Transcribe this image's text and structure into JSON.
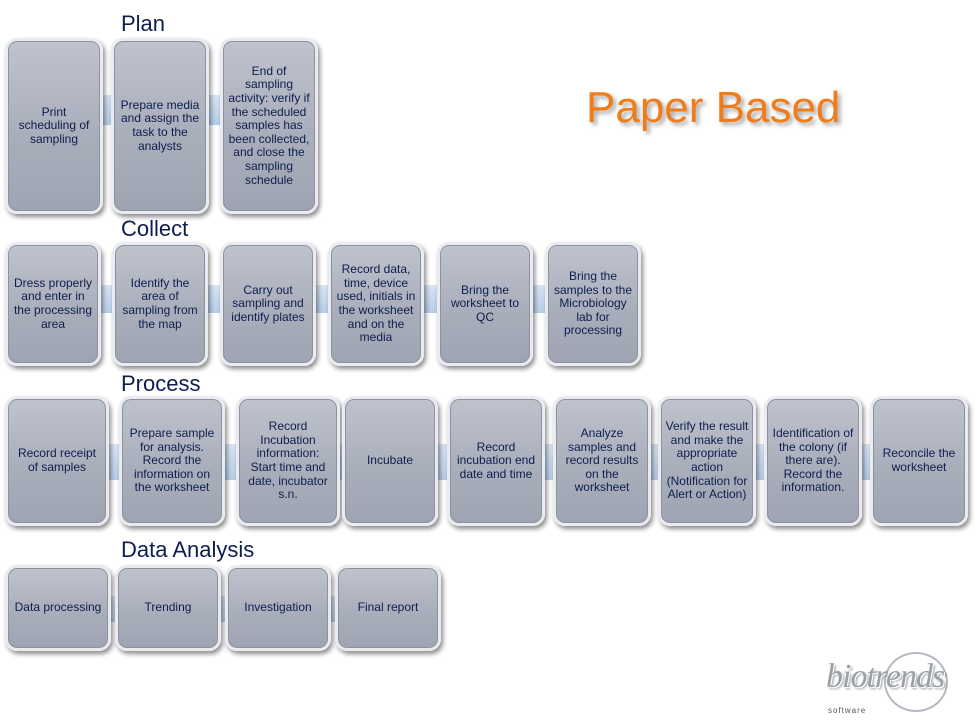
{
  "title": "Paper Based",
  "sections": [
    {
      "heading": "Plan",
      "steps": [
        "Print scheduling of sampling",
        "Prepare media and assign the task to the analysts",
        "End of sampling activity: verify if the scheduled samples has been collected, and close the sampling schedule"
      ]
    },
    {
      "heading": "Collect",
      "steps": [
        "Dress properly and enter in the processing area",
        "Identify the area of sampling from the map",
        "Carry out sampling and identify plates",
        "Record data, time, device used, initials in the worksheet and on the media",
        "Bring the worksheet to QC",
        "Bring the samples to the Microbiology lab for processing"
      ]
    },
    {
      "heading": "Process",
      "steps": [
        "Record receipt of samples",
        "Prepare sample for analysis. Record the information on the worksheet",
        "Record Incubation information: Start time and date, incubator s.n.",
        "Incubate",
        "Record incubation end date and time",
        "Analyze samples and record results on the worksheet",
        "Verify the result and make the appropriate action (Notification for Alert or Action)",
        "Identification of the colony (if there are). Record the information.",
        "Reconcile the worksheet"
      ]
    },
    {
      "heading": "Data Analysis",
      "steps": [
        "Data processing",
        "Trending",
        "Investigation",
        "Final report"
      ]
    }
  ],
  "logo": {
    "text": "biotrends",
    "subtext": "software"
  }
}
